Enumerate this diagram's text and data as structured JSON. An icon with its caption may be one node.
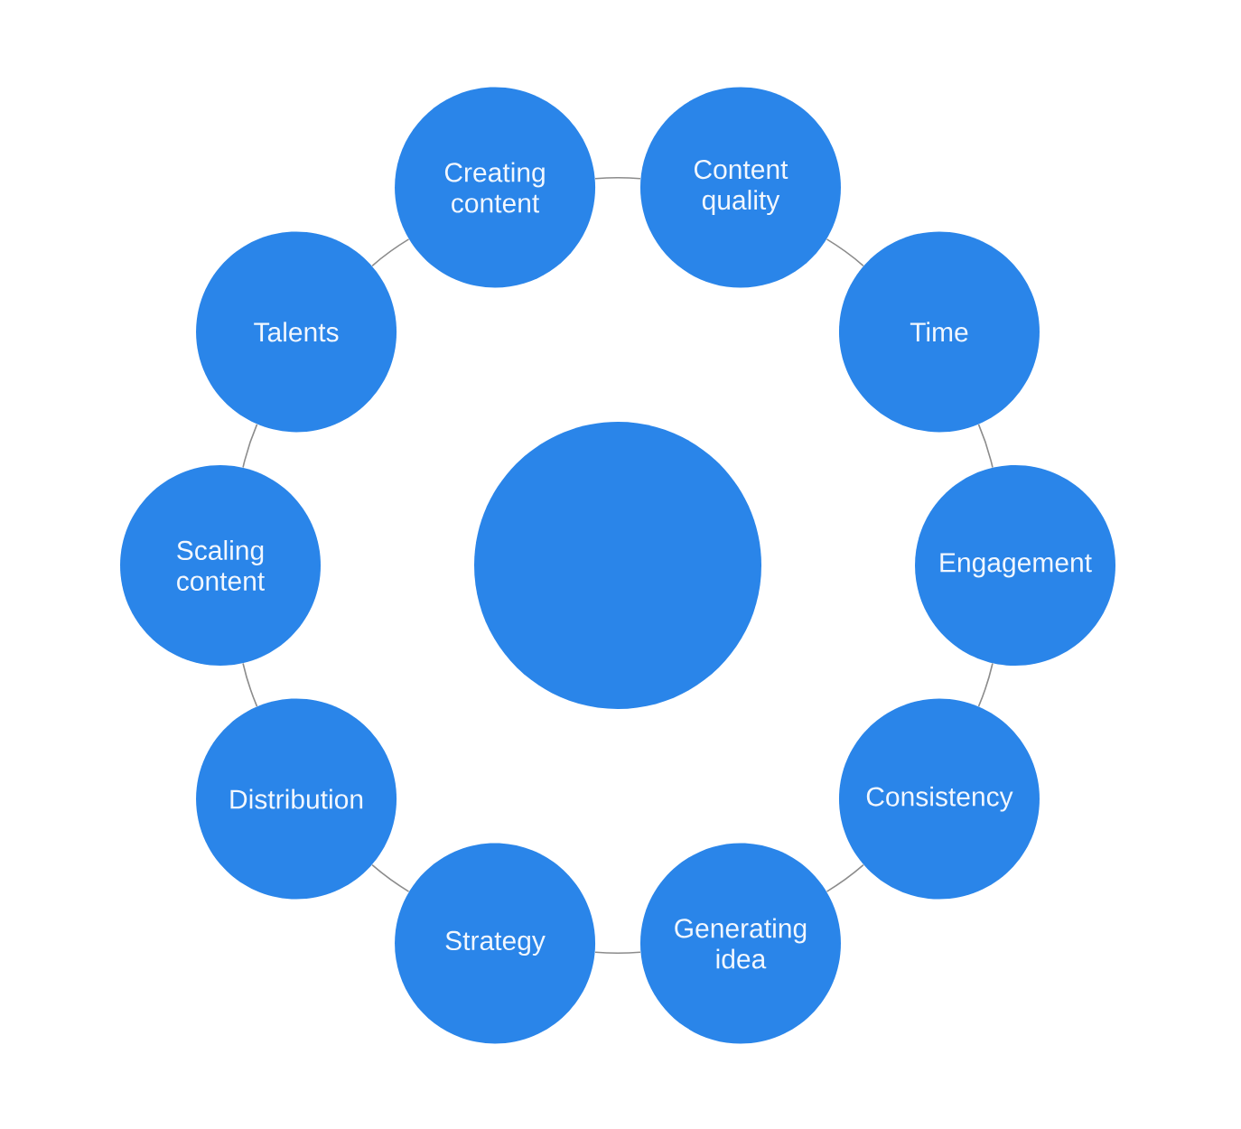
{
  "diagram": {
    "nodes": [
      {
        "text": [],
        "shape": "circle"
      },
      {
        "text": [
          "Creating content"
        ]
      },
      {
        "text": [
          "Content quality"
        ]
      },
      {
        "text": [
          "Time"
        ]
      },
      {
        "text": [
          "Engagement"
        ]
      },
      {
        "text": [
          "Consistency"
        ]
      },
      {
        "text": [
          "Generating idea"
        ]
      },
      {
        "text": [
          "Strategy"
        ]
      },
      {
        "text": [
          "Distribution"
        ]
      },
      {
        "text": [
          "Scaling content"
        ]
      },
      {
        "text": [
          "Talents"
        ]
      }
    ],
    "edges": [
      {
        "from": 1,
        "to": 2,
        "arrow": "none"
      },
      {
        "from": 2,
        "to": 3,
        "arrow": "none"
      },
      {
        "from": 3,
        "to": 4,
        "arrow": "none"
      },
      {
        "from": 4,
        "to": 5,
        "arrow": "none"
      },
      {
        "from": 5,
        "to": 6,
        "arrow": "none"
      },
      {
        "from": 6,
        "to": 7,
        "arrow": "none"
      },
      {
        "from": 7,
        "to": 8,
        "arrow": "none"
      },
      {
        "from": 8,
        "to": 9,
        "arrow": "none"
      },
      {
        "from": 9,
        "to": 10,
        "arrow": "none"
      },
      {
        "from": 10,
        "to": 1,
        "arrow": "none"
      }
    ]
  }
}
